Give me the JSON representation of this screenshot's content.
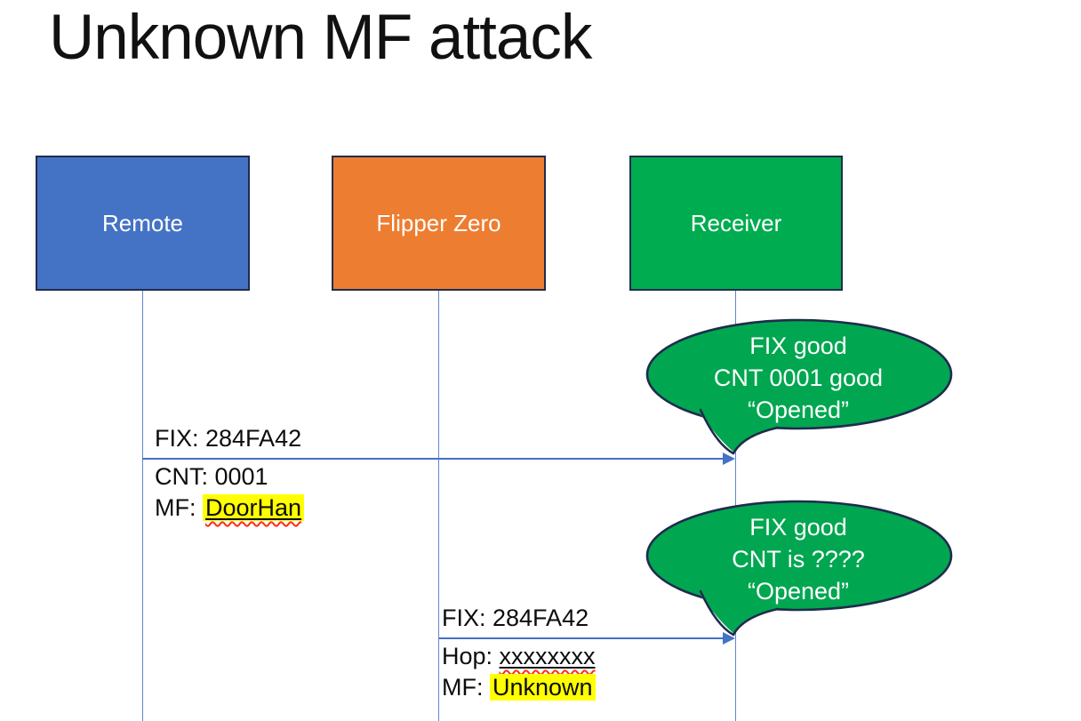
{
  "slide": {
    "title": "Unknown MF attack"
  },
  "actors": [
    {
      "id": "remote",
      "label": "Remote",
      "fill": "#4472C4"
    },
    {
      "id": "flipper-zero",
      "label": "Flipper Zero",
      "fill": "#ED7D31"
    },
    {
      "id": "receiver",
      "label": "Receiver",
      "fill": "#00AC50"
    }
  ],
  "messages": [
    {
      "from": "Remote",
      "to": "Receiver",
      "label_above": "FIX: 284FA42",
      "below_line_1": "CNT: 0001",
      "below_line_2_prefix": "MF: ",
      "below_line_2_value": "DoorHan"
    },
    {
      "from": "Flipper Zero",
      "to": "Receiver",
      "label_above": "FIX: 284FA42",
      "below_line_1_prefix": "Hop: ",
      "below_line_1_value": "xxxxxxxx",
      "below_line_2_prefix": "MF: ",
      "below_line_2_value": "Unknown"
    }
  ],
  "callouts": [
    {
      "lines": [
        "FIX good",
        "CNT 0001 good",
        "“Opened”"
      ]
    },
    {
      "lines": [
        "FIX good",
        "CNT is ????",
        "“Opened”"
      ]
    }
  ],
  "colors": {
    "actor_blue": "#4472C4",
    "actor_orange": "#ED7D31",
    "actor_green": "#00AC50",
    "shape_border_navy": "#1F2C4D",
    "connector_blue": "#4472C4",
    "callout_green": "#00A750",
    "highlight_yellow": "#FFFF00",
    "squiggle_red": "#FF2D16",
    "text_black": "#0D0D0D",
    "text_white": "#FFFFFF"
  }
}
